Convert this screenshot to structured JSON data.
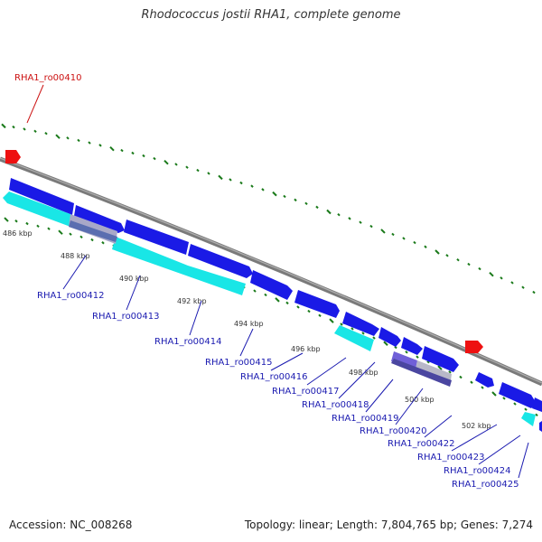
{
  "title": "Rhodococcus jostii RHA1, complete genome",
  "accession": "Accession: NC_008268",
  "summary": "Topology: linear; Length: 7,804,765 bp; Genes: 7,274",
  "colors": {
    "backbone": "#808080",
    "forward_gene": "#1a1ae6",
    "reverse_gene": "#19e6e6",
    "highlight_gene": "#6a5fcf",
    "rna_gene": "#ee1111",
    "ticks": "#1a7a1a",
    "label": "#1a1ab0",
    "label_red": "#cc1111",
    "scale_text": "#333333"
  },
  "scale_labels": [
    "486 kbp",
    "488 kbp",
    "490 kbp",
    "492 kbp",
    "494 kbp",
    "496 kbp",
    "498 kbp",
    "500 kbp",
    "502 kbp"
  ],
  "gene_labels": [
    {
      "text": "RHA1_ro00410",
      "kind": "red"
    },
    {
      "text": "RHA1_ro00412",
      "kind": "blue"
    },
    {
      "text": "RHA1_ro00413",
      "kind": "blue"
    },
    {
      "text": "RHA1_ro00414",
      "kind": "blue"
    },
    {
      "text": "RHA1_ro00415",
      "kind": "blue"
    },
    {
      "text": "RHA1_ro00416",
      "kind": "blue"
    },
    {
      "text": "RHA1_ro00417",
      "kind": "blue"
    },
    {
      "text": "RHA1_ro00418",
      "kind": "blue"
    },
    {
      "text": "RHA1_ro00419",
      "kind": "blue"
    },
    {
      "text": "RHA1_ro00420",
      "kind": "blue"
    },
    {
      "text": "RHA1_ro00422",
      "kind": "blue"
    },
    {
      "text": "RHA1_ro00423",
      "kind": "blue"
    },
    {
      "text": "RHA1_ro00424",
      "kind": "blue"
    },
    {
      "text": "RHA1_ro00425",
      "kind": "blue"
    }
  ]
}
